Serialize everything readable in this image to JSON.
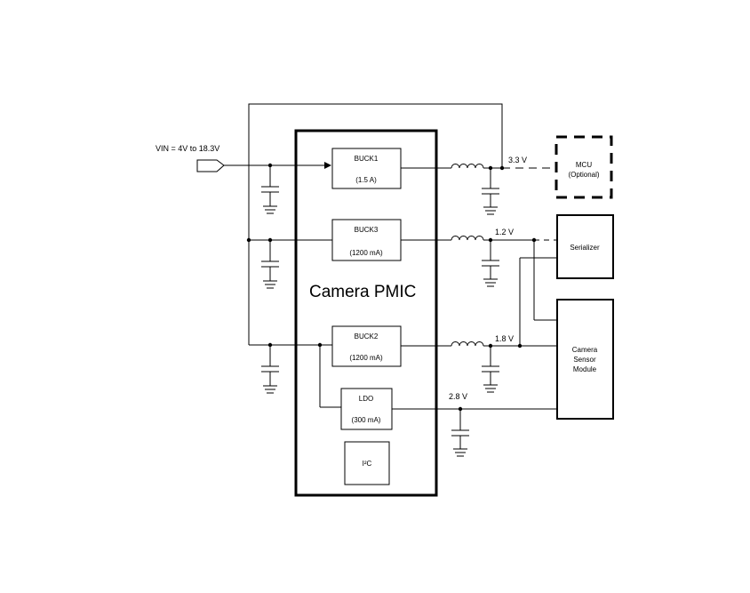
{
  "input": {
    "label": "VIN = 4V to 18.3V"
  },
  "pmic": {
    "title": "Camera PMIC"
  },
  "blocks": {
    "buck1": {
      "name": "BUCK1",
      "rating": "(1.5 A)"
    },
    "buck3": {
      "name": "BUCK3",
      "rating": "(1200 mA)"
    },
    "buck2": {
      "name": "BUCK2",
      "rating": "(1200 mA)"
    },
    "ldo": {
      "name": "LDO",
      "rating": "(300 mA)"
    },
    "i2c": {
      "name": "I²C"
    }
  },
  "rails": {
    "r33": "3.3 V",
    "r12": "1.2 V",
    "r18": "1.8 V",
    "r28": "2.8 V"
  },
  "loads": {
    "mcu": {
      "name": "MCU",
      "note": "(Optional)"
    },
    "serializer": {
      "name": "Serializer"
    },
    "sensor": {
      "line1": "Camera",
      "line2": "Sensor",
      "line3": "Module"
    }
  }
}
